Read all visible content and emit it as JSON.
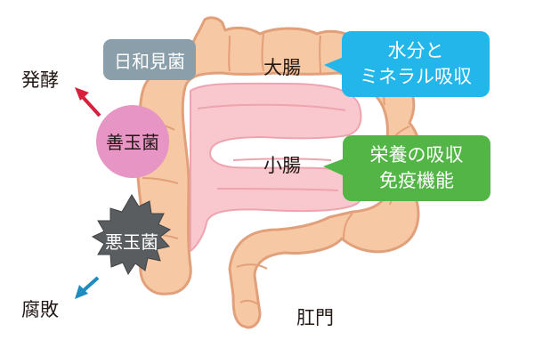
{
  "labels": {
    "ferment": "発酵",
    "putrefy": "腐敗",
    "large_intestine": "大腸",
    "small_intestine": "小腸",
    "anus": "肛門"
  },
  "bacteria": {
    "indigenous": "日和見菌",
    "good": "善玉菌",
    "bad": "悪玉菌"
  },
  "bubbles": {
    "large_intestine_function": [
      "水分と",
      "ミネラル吸収"
    ],
    "small_intestine_function": [
      "栄養の吸収",
      "免疫機能"
    ]
  },
  "colors": {
    "intestine_fill": "#f6c8a3",
    "intestine_outline": "#e2a07a",
    "small_intestine_fill": "#f9c8ce",
    "good_bacteria": "#e695c4",
    "bad_bacteria": "#5a5d60",
    "indigenous_bacteria": "#8a9fa9",
    "arrow_up": "#d7203c",
    "arrow_down": "#1f8cc0",
    "large_bubble": "#23b6ea",
    "small_bubble": "#52b545"
  }
}
